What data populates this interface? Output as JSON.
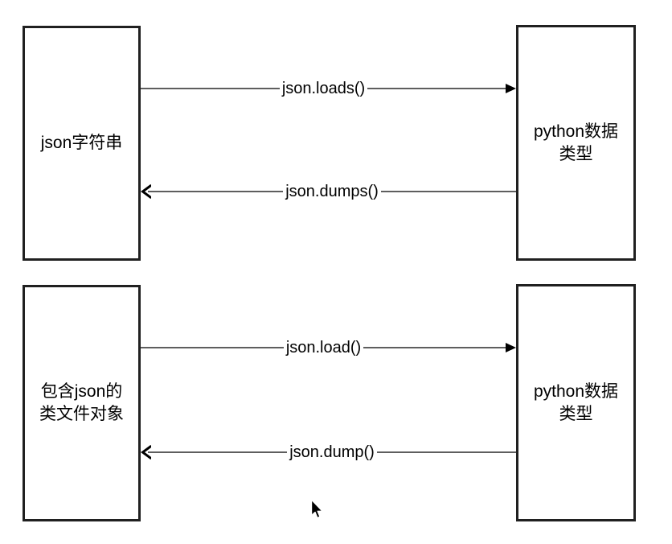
{
  "colors": {
    "background": "#ffffff",
    "box_border": "#202020",
    "line": "#5e5e5e",
    "arrowhead": "#000000",
    "text": "#000000"
  },
  "boxes": {
    "json_string": {
      "lines": [
        "json字符串"
      ]
    },
    "python_top": {
      "lines": [
        "python数据",
        "类型"
      ]
    },
    "json_file": {
      "lines": [
        "包含json的",
        "类文件对象"
      ]
    },
    "python_bottom": {
      "lines": [
        "python数据",
        "类型"
      ]
    }
  },
  "arrows": {
    "loads": {
      "label": "json.loads()",
      "direction": "right"
    },
    "dumps": {
      "label": "json.dumps()",
      "direction": "left"
    },
    "load": {
      "label": "json.load()",
      "direction": "right"
    },
    "dump": {
      "label": "json.dump()",
      "direction": "left"
    }
  },
  "cursor": {
    "icon": "pointer-arrow"
  }
}
